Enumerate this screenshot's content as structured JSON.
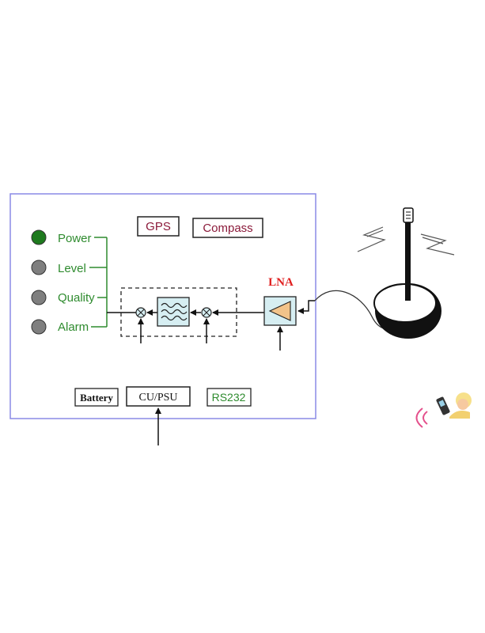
{
  "indicators": [
    {
      "label": "Power",
      "state": "on",
      "color": "#1e7a1e"
    },
    {
      "label": "Level",
      "state": "off",
      "color": "#7f7f7f"
    },
    {
      "label": "Quality",
      "state": "off",
      "color": "#7f7f7f"
    },
    {
      "label": "Alarm",
      "state": "off",
      "color": "#7f7f7f"
    }
  ],
  "modules": {
    "gps": "GPS",
    "compass": "Compass",
    "lna": "LNA",
    "battery": "Battery",
    "cu_psu": "CU/PSU",
    "rs232": "RS232"
  },
  "colors": {
    "panel_border": "#8a8ae6",
    "indicator_text": "#2e8b2e",
    "module_red": "#8b1a3a",
    "lna_label": "#e02020",
    "component_fill": "#d6eef2",
    "lna_triangle": "#f2c38a",
    "rs232_text": "#2e8b2e"
  },
  "icons": [
    "mixer-icon",
    "filter-icon",
    "amplifier-icon",
    "antenna-icon",
    "phone-user-icon"
  ]
}
